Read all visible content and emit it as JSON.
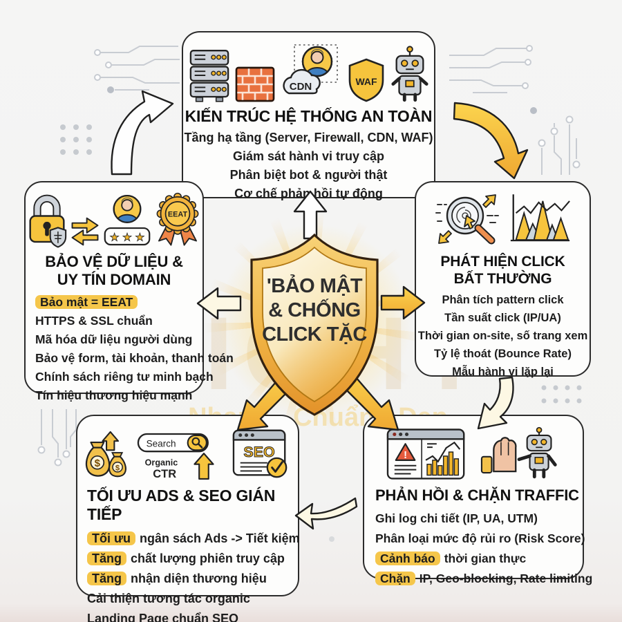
{
  "center": {
    "line1": "'BẢO MẬT",
    "line2": "& CHỐNG",
    "line3": "CLICK TẶC"
  },
  "watermark": {
    "brand": "LIGHT",
    "tagline": "Nhanh - Chuẩn - Đẹp"
  },
  "colors": {
    "highlight": "#f5c64a",
    "arrow_gold": "#f6b93c",
    "arrow_white": "#fefefe",
    "arrow_cream": "#fdf8e4",
    "box_border": "#2b2b2b",
    "shield_gold": "#eca439"
  },
  "boxes": {
    "architecture": {
      "title": "KIẾN TRÚC HỆ THỐNG AN TOÀN",
      "lines": [
        "Tầng hạ tầng (Server, Firewall, CDN, WAF)",
        "Giám sát hành vi truy cập",
        "Phân biệt bot & người thật",
        "Cơ chế phản hồi tự động"
      ],
      "cdn_label": "CDN",
      "waf_label": "WAF",
      "icons": [
        "server-stack",
        "firewall-bricks",
        "cdn-cloud-user",
        "waf-shield",
        "robot"
      ]
    },
    "detection": {
      "title_line1": "PHÁT HIỆN CLICK",
      "title_line2": "BẤT THƯỜNG",
      "lines": [
        "Phân tích pattern click",
        "Tần suất click (IP/UA)",
        "Thời gian on-site, số trang xem",
        "Tỷ lệ thoát (Bounce Rate)",
        "Mẫu hành vi lặp lại"
      ],
      "icons": [
        "fingerprint-magnifier",
        "peaks-chart"
      ]
    },
    "protection": {
      "title_line1": "BẢO VỆ DỮ LIỆU &",
      "title_line2": "UY TÍN DOMAIN",
      "lines": [
        {
          "hl": "Bảo mật = EEAT",
          "text": ""
        },
        {
          "hl": "",
          "text": "HTTPS & SSL chuẩn"
        },
        {
          "hl": "",
          "text": "Mã hóa dữ liệu người dùng"
        },
        {
          "hl": "",
          "text": "Bảo vệ form, tài khoản, thanh toán"
        },
        {
          "hl": "",
          "text": "Chính sách riêng tư minh bạch"
        },
        {
          "hl": "",
          "text": "Tín hiệu thương hiệu mạnh"
        }
      ],
      "badge_label": "EEAT",
      "stars": "★ ★ ★",
      "icons": [
        "padlock-shield",
        "exchange-arrows",
        "user-rating",
        "eeat-medal"
      ]
    },
    "ads_seo": {
      "title": "TỐI ƯU ADS & SEO GIÁN TIẾP",
      "lines": [
        {
          "hl": "Tối ưu",
          "text": "ngân sách Ads -> Tiết kiệm"
        },
        {
          "hl": "Tăng",
          "text": "chất lượng phiên truy cập"
        },
        {
          "hl": "Tăng",
          "text": "nhận diện thương hiệu"
        },
        {
          "hl": "",
          "text": "Cải thiện tương tác organic"
        },
        {
          "hl": "",
          "text": "Landing Page chuẩn SEO"
        }
      ],
      "search_label": "Search",
      "organic_label": "Organic",
      "ctr_label": "CTR",
      "seo_label": "SEO",
      "money_label": "$",
      "icons": [
        "money-bags",
        "search-bar",
        "organic-ctr-arrow",
        "seo-browser-check"
      ]
    },
    "response": {
      "title": "PHẢN HỒI & CHẶN TRAFFIC",
      "lines": [
        {
          "hl": "",
          "text": "Ghi log chi tiết (IP, UA, UTM)"
        },
        {
          "hl": "",
          "text": "Phân loại mức độ rủi ro (Risk Score)"
        },
        {
          "hl": "Cảnh báo",
          "text": "thời gian thực"
        },
        {
          "hl": "Chặn",
          "text": "IP, Geo-blocking, Rate limiting"
        }
      ],
      "warning_label": "!",
      "icons": [
        "alert-browser-chart",
        "stop-hand",
        "robot"
      ]
    }
  }
}
